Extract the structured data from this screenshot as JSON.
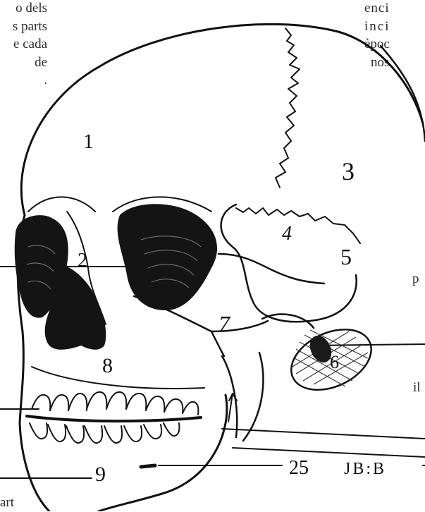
{
  "page_text": {
    "left_lines": [
      "o dels",
      "s parts",
      "e cada",
      "de",
      "."
    ],
    "right_lines": [
      "enci",
      "inci",
      "èpoc",
      "nos"
    ],
    "margin_right": [
      "p",
      "il"
    ],
    "bottom_left": "art"
  },
  "skull_labels": {
    "l1": "1",
    "l2": "2",
    "l3": "3",
    "l4": "4",
    "l5": "5",
    "l6": "6",
    "l7": "7",
    "l8": "8",
    "l9": "9",
    "l25": "25",
    "signature": "JB:B"
  }
}
